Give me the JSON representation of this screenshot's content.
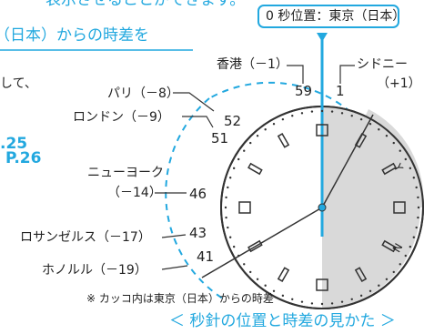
{
  "intro_fragment_top": "表示させることができます。",
  "intro_heading": "（日本）からの時差を",
  "intro_line3": "して、",
  "page_ref_1": ".25",
  "page_ref_2": "P.26",
  "top_label": "0 秒位置：東京（日本）",
  "cities": [
    {
      "label": "香港（－1）",
      "second": "59"
    },
    {
      "label": "シドニー",
      "second": "1"
    },
    {
      "label": "（+1）",
      "second": ""
    },
    {
      "label": "パリ（－8）",
      "second": "52"
    },
    {
      "label": "ロンドン（－9）",
      "second": "51"
    },
    {
      "label": "ニューヨーク",
      "second": "46"
    },
    {
      "label": "（－14）",
      "second": ""
    },
    {
      "label": "ロサンゼルス（－17）",
      "second": "43"
    },
    {
      "label": "ホノルル（－19）",
      "second": "41"
    }
  ],
  "note": "※ カッコ内は東京（日本）からの時差",
  "caption": "＜ 秒針の位置と時差の見かた ＞",
  "dial_marks": [
    "Y",
    "N"
  ],
  "colors": {
    "accent": "#22a8df",
    "dial_shade": "#d9d9d9",
    "line": "#333333"
  }
}
